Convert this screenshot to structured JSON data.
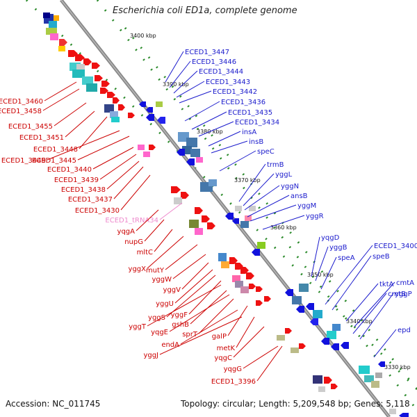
{
  "title": "Escherichia coli ED1a, complete genome",
  "accession": "Accession: NC_011745",
  "topology": "Topology: circular; Length: 5,209,548 bp; Genes: 5,118",
  "colors": {
    "backbone": "#8a8a8a",
    "left_label": "#cc0000",
    "right_label": "#1a1acc",
    "trna_label": "#ee88cc",
    "forward_gene": "#ee1111",
    "reverse_gene": "#1111dd",
    "tick_dot": "#2a8a2a"
  },
  "ticks": [
    "3400 kbp",
    "3390 kbp",
    "3380 kbp",
    "3370 kbp",
    "3360 kbp",
    "3350 kbp",
    "3340 kbp",
    "3330 kbp"
  ],
  "right_labels": [
    "ECED1_3447",
    "ECED1_3446",
    "ECED1_3444",
    "ECED1_3443",
    "ECED1_3442",
    "ECED1_3436",
    "ECED1_3435",
    "ECED1_3434",
    "insA",
    "insB",
    "speC",
    "trmB",
    "yggL",
    "yggN",
    "ansB",
    "yggM",
    "yggR",
    "yqgD",
    "yggB",
    "speA",
    "ECED1_3400",
    "speB",
    "tktA",
    "cmtA",
    "cmtB",
    "yggP",
    "epd"
  ],
  "left_labels": [
    "ECED1_3460",
    "ECED1_3458",
    "ECED1_3455",
    "ECED1_3451",
    "ECED1_3448",
    "ECED1_3449",
    "ECED1_3445",
    "ECED1_3440",
    "ECED1_3439",
    "ECED1_3438",
    "ECED1_3437",
    "ECED1_3430",
    "ECED1_tRNA34",
    "yqgA",
    "nupG",
    "mltC",
    "yggX",
    "mutY",
    "yggW",
    "yggV",
    "yggU",
    "yggS",
    "yggF",
    "yggT",
    "gshB",
    "yqgE",
    "sprT",
    "galP",
    "endA",
    "metK",
    "yggJ",
    "yqgC",
    "yqgG",
    "ECED1_3396"
  ]
}
